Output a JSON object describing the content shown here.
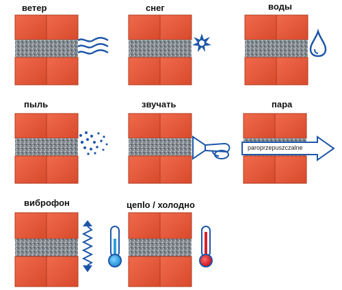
{
  "panels": [
    {
      "label": "ветер",
      "icon": "wind-icon"
    },
    {
      "label": "снег",
      "icon": "snowflake-icon"
    },
    {
      "label": "воды",
      "icon": "water-drop-icon"
    },
    {
      "label": "пыль",
      "icon": "dust-particles-icon"
    },
    {
      "label": "звучать",
      "icon": "horn-icon"
    },
    {
      "label": "пара",
      "icon": "arrow-icon",
      "arrow_text": "paroprzepuszczalne"
    },
    {
      "label": "виброфон",
      "icon": "vibration-icon"
    },
    {
      "label": "цепlо / холодно",
      "icon": "thermometer-cold-icon",
      "icon2": "thermometer-hot-icon"
    }
  ],
  "colors": {
    "brick": "#e8563c",
    "brick_dark": "#c8401f",
    "mortar": "#8a9096",
    "icon_blue": "#1c56a8",
    "thermo_cold": "#2c9fe0",
    "thermo_hot": "#d8202a"
  }
}
